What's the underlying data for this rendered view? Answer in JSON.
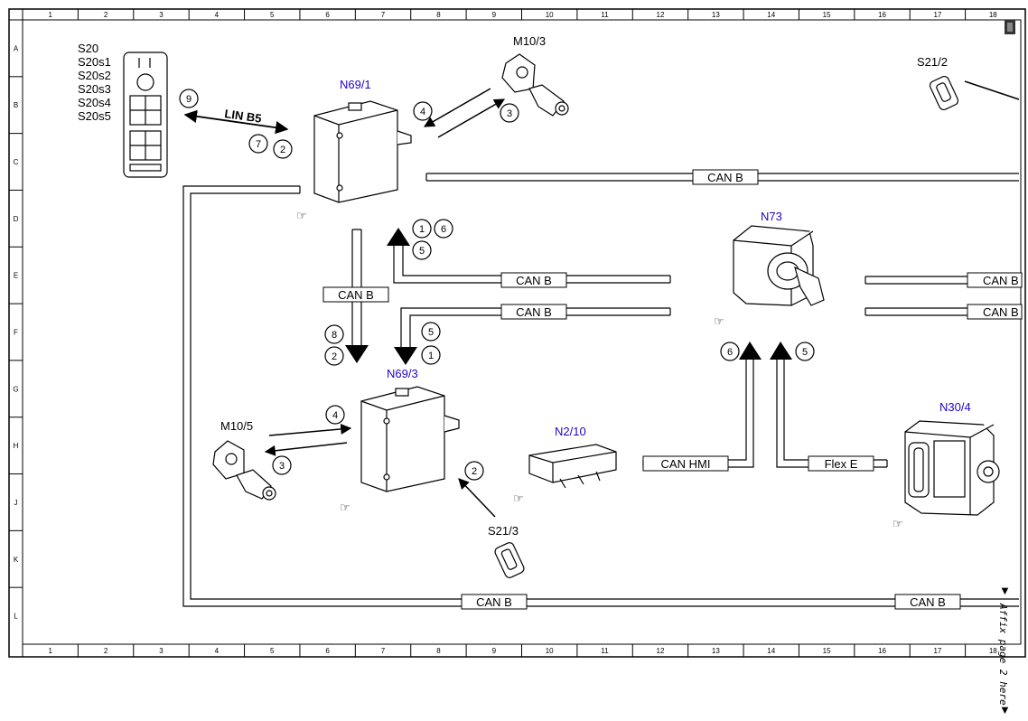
{
  "grid": {
    "columns": [
      "1",
      "2",
      "3",
      "4",
      "5",
      "6",
      "7",
      "8",
      "9",
      "10",
      "11",
      "12",
      "13",
      "14",
      "15",
      "16",
      "17",
      "18"
    ],
    "rows": [
      "A",
      "B",
      "C",
      "D",
      "E",
      "F",
      "G",
      "H",
      "J",
      "K",
      "L"
    ]
  },
  "switch_group": {
    "lines": [
      "S20",
      "S20s1",
      "S20s2",
      "S20s3",
      "S20s4",
      "S20s5"
    ]
  },
  "components": {
    "n69_1": "N69/1",
    "n69_3": "N69/3",
    "n73": "N73",
    "n2_10": "N2/10",
    "n30_4": "N30/4",
    "m10_3": "M10/3",
    "m10_5": "M10/5",
    "s21_2": "S21/2",
    "s21_3": "S21/3"
  },
  "buses": {
    "lin_b5": "LIN B5",
    "can_b": "CAN B",
    "can_hmi": "CAN HMI",
    "flex_e": "Flex E"
  },
  "markers": {
    "m9": "9",
    "m7": "7",
    "m2": "2",
    "m4": "4",
    "m3": "3",
    "m1": "1",
    "m6": "6",
    "m5": "5",
    "m8": "8"
  },
  "footer": {
    "affix_text": "Affix page 2 here"
  }
}
